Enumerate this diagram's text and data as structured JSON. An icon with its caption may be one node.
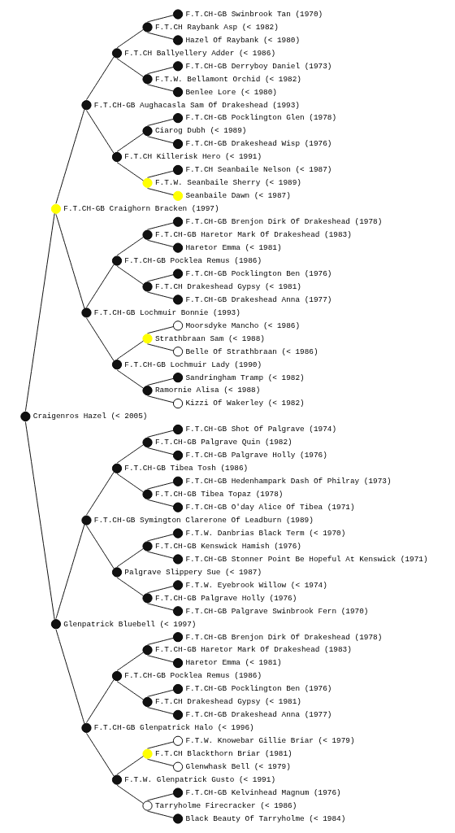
{
  "diagram": {
    "nodes": [
      {
        "text": [],
        "shape": "circle",
        "beside": [
          "F.T.CH-GB Swinbrook Tan (1970)"
        ]
      },
      {
        "text": [],
        "shape": "circle",
        "beside": [
          "F.T.CH Raybank Asp (< 1982)"
        ]
      },
      {
        "text": [],
        "shape": "circle",
        "beside": [
          "Hazel Of Raybank (< 1980)"
        ]
      },
      {
        "text": [],
        "shape": "circle",
        "beside": [
          "F.T.CH Ballyellery Adder (< 1986)"
        ]
      },
      {
        "text": [],
        "shape": "circle",
        "beside": [
          "F.T.CH-GB Derryboy Daniel (1973)"
        ]
      },
      {
        "text": [],
        "shape": "circle",
        "beside": [
          "F.T.W. Bellamont Orchid (< 1982)"
        ]
      },
      {
        "text": [],
        "shape": "circle",
        "beside": [
          "Benlee Lore (< 1980)"
        ]
      },
      {
        "text": [],
        "shape": "circle",
        "beside": [
          "F.T.CH-GB Aughacasla Sam Of Drakeshead (1993)"
        ]
      },
      {
        "text": [],
        "shape": "circle",
        "beside": [
          "F.T.CH-GB Pocklington Glen (1978)"
        ]
      },
      {
        "text": [],
        "shape": "circle",
        "beside": [
          "Ciarog Dubh (< 1989)"
        ]
      },
      {
        "text": [],
        "shape": "circle",
        "beside": [
          "F.T.CH-GB Drakeshead Wisp (1976)"
        ]
      },
      {
        "text": [],
        "shape": "circle",
        "beside": [
          "F.T.CH Killerisk Hero (< 1991)"
        ]
      },
      {
        "text": [],
        "shape": "circle",
        "beside": [
          "F.T.CH Seanbaile Nelson (< 1987)"
        ]
      },
      {
        "text": [],
        "shape": "circle",
        "beside": [
          "F.T.W. Seanbaile Sherry (< 1989)"
        ]
      },
      {
        "text": [],
        "shape": "circle",
        "beside": [
          "Seanbaile Dawn (< 1987)"
        ]
      },
      {
        "text": [],
        "shape": "circle",
        "beside": [
          "F.T.CH-GB Craighorn Bracken (1997)"
        ]
      },
      {
        "text": [],
        "shape": "circle",
        "beside": [
          "F.T.CH-GB Brenjon Dirk Of Drakeshead (1978)"
        ]
      },
      {
        "text": [],
        "shape": "circle",
        "beside": [
          "F.T.CH-GB Haretor Mark Of Drakeshead (1983)"
        ]
      },
      {
        "text": [],
        "shape": "circle",
        "beside": [
          "Haretor Emma (< 1981)"
        ]
      },
      {
        "text": [],
        "shape": "circle",
        "beside": [
          "F.T.CH-GB Pocklea Remus (1986)"
        ]
      },
      {
        "text": [],
        "shape": "circle",
        "beside": [
          "F.T.CH-GB Pocklington Ben (1976)"
        ]
      },
      {
        "text": [],
        "shape": "circle",
        "beside": [
          "F.T.CH Drakeshead Gypsy (< 1981)"
        ]
      },
      {
        "text": [],
        "shape": "circle",
        "beside": [
          "F.T.CH-GB Drakeshead Anna (1977)"
        ]
      },
      {
        "text": [],
        "shape": "circle",
        "beside": [
          "F.T.CH-GB Lochmuir Bonnie (1993)"
        ]
      },
      {
        "text": [],
        "shape": "circle",
        "beside": [
          "Moorsdyke Mancho (< 1986)"
        ]
      },
      {
        "text": [],
        "shape": "circle",
        "beside": [
          "Strathbraan Sam (< 1988)"
        ]
      },
      {
        "text": [],
        "shape": "circle",
        "beside": [
          "Belle Of Strathbraan (< 1986)"
        ]
      },
      {
        "text": [],
        "shape": "circle",
        "beside": [
          "F.T.CH-GB Lochmuir Lady (1990)"
        ]
      },
      {
        "text": [],
        "shape": "circle",
        "beside": [
          "Sandringham Tramp (< 1982)"
        ]
      },
      {
        "text": [],
        "shape": "circle",
        "beside": [
          "Ramornie Alisa (< 1988)"
        ]
      },
      {
        "text": [],
        "shape": "circle",
        "beside": [
          "Kizzi Of Wakerley (< 1982)"
        ]
      },
      {
        "text": [],
        "shape": "circle",
        "beside": [
          "Craigenros Hazel (< 2005)"
        ]
      },
      {
        "text": [],
        "shape": "circle",
        "beside": [
          "F.T.CH-GB Shot Of Palgrave (1974)"
        ]
      },
      {
        "text": [],
        "shape": "circle",
        "beside": [
          "F.T.CH-GB Palgrave Quin (1982)"
        ]
      },
      {
        "text": [],
        "shape": "circle",
        "beside": [
          "F.T.CH-GB Palgrave Holly (1976)"
        ]
      },
      {
        "text": [],
        "shape": "circle",
        "beside": [
          "F.T.CH-GB Tibea Tosh (1986)"
        ]
      },
      {
        "text": [],
        "shape": "circle",
        "beside": [
          "F.T.CH-GB Hedenhampark Dash Of Philray (1973)"
        ]
      },
      {
        "text": [],
        "shape": "circle",
        "beside": [
          "F.T.CH-GB Tibea Topaz (1978)"
        ]
      },
      {
        "text": [],
        "shape": "circle",
        "beside": [
          "F.T.CH-GB O'day Alice Of Tibea (1971)"
        ]
      },
      {
        "text": [],
        "shape": "circle",
        "beside": [
          "F.T.CH-GB Symington Clarerone Of Leadburn (1989)"
        ]
      },
      {
        "text": [],
        "shape": "circle",
        "beside": [
          "F.T.W. Danbrias Black Term (< 1970)"
        ]
      },
      {
        "text": [],
        "shape": "circle",
        "beside": [
          "F.T.CH-GB Kenswick Hamish (1976)"
        ]
      },
      {
        "text": [],
        "shape": "circle",
        "beside": [
          "F.T.CH-GB Stonner Point Be Hopeful At Kenswick (1971)"
        ]
      },
      {
        "text": [],
        "shape": "circle",
        "beside": [
          "Palgrave Slippery Sue (< 1987)"
        ]
      },
      {
        "text": [],
        "shape": "circle",
        "beside": [
          "F.T.W. Eyebrook Willow (< 1974)"
        ]
      },
      {
        "text": [],
        "shape": "circle",
        "beside": [
          "F.T.CH-GB Palgrave Holly (1976)"
        ]
      },
      {
        "text": [],
        "shape": "circle",
        "beside": [
          "F.T.CH-GB Palgrave Swinbrook Fern (1970)"
        ]
      },
      {
        "text": [],
        "shape": "circle",
        "beside": [
          "Glenpatrick Bluebell (< 1997)"
        ]
      },
      {
        "text": [],
        "shape": "circle",
        "beside": [
          "F.T.CH-GB Brenjon Dirk Of Drakeshead (1978)"
        ]
      },
      {
        "text": [],
        "shape": "circle",
        "beside": [
          "F.T.CH-GB Haretor Mark Of Drakeshead (1983)"
        ]
      },
      {
        "text": [],
        "shape": "circle",
        "beside": [
          "Haretor Emma (< 1981)"
        ]
      },
      {
        "text": [],
        "shape": "circle",
        "beside": [
          "F.T.CH-GB Pocklea Remus (1986)"
        ]
      },
      {
        "text": [],
        "shape": "circle",
        "beside": [
          "F.T.CH-GB Pocklington Ben (1976)"
        ]
      },
      {
        "text": [],
        "shape": "circle",
        "beside": [
          "F.T.CH Drakeshead Gypsy (< 1981)"
        ]
      },
      {
        "text": [],
        "shape": "circle",
        "beside": [
          "F.T.CH-GB Drakeshead Anna (1977)"
        ]
      },
      {
        "text": [],
        "shape": "circle",
        "beside": [
          "F.T.CH-GB Glenpatrick Halo (< 1996)"
        ]
      },
      {
        "text": [],
        "shape": "circle",
        "beside": [
          "F.T.W. Knowebar Gillie Briar (< 1979)"
        ]
      },
      {
        "text": [],
        "shape": "circle",
        "beside": [
          "F.T.CH Blackthorn Briar (1981)"
        ]
      },
      {
        "text": [],
        "shape": "circle",
        "beside": [
          "Glenwhask Bell (< 1979)"
        ]
      },
      {
        "text": [],
        "shape": "circle",
        "beside": [
          "F.T.W. Glenpatrick Gusto (< 1991)"
        ]
      },
      {
        "text": [],
        "shape": "circle",
        "beside": [
          "F.T.CH-GB Kelvinhead Magnum (1976)"
        ]
      },
      {
        "text": [],
        "shape": "circle",
        "beside": [
          "Tarryholme Firecracker (< 1986)"
        ]
      },
      {
        "text": [],
        "shape": "circle",
        "beside": [
          "Black Beauty Of Tarryholme (< 1984)"
        ]
      }
    ],
    "edges": [
      {
        "from": 1,
        "to": 0,
        "arrow": "none"
      },
      {
        "from": 1,
        "to": 2,
        "arrow": "none"
      },
      {
        "from": 3,
        "to": 1,
        "arrow": "none"
      },
      {
        "from": 3,
        "to": 5,
        "arrow": "none"
      },
      {
        "from": 5,
        "to": 4,
        "arrow": "none"
      },
      {
        "from": 5,
        "to": 6,
        "arrow": "none"
      },
      {
        "from": 7,
        "to": 3,
        "arrow": "none"
      },
      {
        "from": 7,
        "to": 11,
        "arrow": "none"
      },
      {
        "from": 9,
        "to": 8,
        "arrow": "none"
      },
      {
        "from": 9,
        "to": 10,
        "arrow": "none"
      },
      {
        "from": 11,
        "to": 9,
        "arrow": "none"
      },
      {
        "from": 11,
        "to": 13,
        "arrow": "none"
      },
      {
        "from": 13,
        "to": 12,
        "arrow": "none"
      },
      {
        "from": 13,
        "to": 14,
        "arrow": "none"
      },
      {
        "from": 15,
        "to": 7,
        "arrow": "none"
      },
      {
        "from": 15,
        "to": 23,
        "arrow": "none"
      },
      {
        "from": 17,
        "to": 16,
        "arrow": "none"
      },
      {
        "from": 17,
        "to": 18,
        "arrow": "none"
      },
      {
        "from": 19,
        "to": 17,
        "arrow": "none"
      },
      {
        "from": 19,
        "to": 21,
        "arrow": "none"
      },
      {
        "from": 21,
        "to": 20,
        "arrow": "none"
      },
      {
        "from": 21,
        "to": 22,
        "arrow": "none"
      },
      {
        "from": 23,
        "to": 19,
        "arrow": "none"
      },
      {
        "from": 23,
        "to": 27,
        "arrow": "none"
      },
      {
        "from": 25,
        "to": 24,
        "arrow": "none"
      },
      {
        "from": 25,
        "to": 26,
        "arrow": "none"
      },
      {
        "from": 27,
        "to": 25,
        "arrow": "none"
      },
      {
        "from": 27,
        "to": 29,
        "arrow": "none"
      },
      {
        "from": 29,
        "to": 28,
        "arrow": "none"
      },
      {
        "from": 29,
        "to": 30,
        "arrow": "none"
      },
      {
        "from": 31,
        "to": 15,
        "arrow": "none"
      },
      {
        "from": 31,
        "to": 47,
        "arrow": "none"
      },
      {
        "from": 33,
        "to": 32,
        "arrow": "none"
      },
      {
        "from": 33,
        "to": 34,
        "arrow": "none"
      },
      {
        "from": 35,
        "to": 33,
        "arrow": "none"
      },
      {
        "from": 35,
        "to": 37,
        "arrow": "none"
      },
      {
        "from": 37,
        "to": 36,
        "arrow": "none"
      },
      {
        "from": 37,
        "to": 38,
        "arrow": "none"
      },
      {
        "from": 39,
        "to": 35,
        "arrow": "none"
      },
      {
        "from": 39,
        "to": 43,
        "arrow": "none"
      },
      {
        "from": 41,
        "to": 40,
        "arrow": "none"
      },
      {
        "from": 41,
        "to": 42,
        "arrow": "none"
      },
      {
        "from": 43,
        "to": 41,
        "arrow": "none"
      },
      {
        "from": 43,
        "to": 45,
        "arrow": "none"
      },
      {
        "from": 45,
        "to": 44,
        "arrow": "none"
      },
      {
        "from": 45,
        "to": 46,
        "arrow": "none"
      },
      {
        "from": 47,
        "to": 39,
        "arrow": "none"
      },
      {
        "from": 47,
        "to": 55,
        "arrow": "none"
      },
      {
        "from": 49,
        "to": 48,
        "arrow": "none"
      },
      {
        "from": 49,
        "to": 50,
        "arrow": "none"
      },
      {
        "from": 51,
        "to": 49,
        "arrow": "none"
      },
      {
        "from": 51,
        "to": 53,
        "arrow": "none"
      },
      {
        "from": 53,
        "to": 52,
        "arrow": "none"
      },
      {
        "from": 53,
        "to": 54,
        "arrow": "none"
      },
      {
        "from": 55,
        "to": 51,
        "arrow": "none"
      },
      {
        "from": 55,
        "to": 59,
        "arrow": "none"
      },
      {
        "from": 57,
        "to": 56,
        "arrow": "none"
      },
      {
        "from": 57,
        "to": 58,
        "arrow": "none"
      },
      {
        "from": 59,
        "to": 57,
        "arrow": "none"
      },
      {
        "from": 59,
        "to": 61,
        "arrow": "none"
      },
      {
        "from": 61,
        "to": 60,
        "arrow": "none"
      },
      {
        "from": 61,
        "to": 62,
        "arrow": "none"
      }
    ]
  }
}
